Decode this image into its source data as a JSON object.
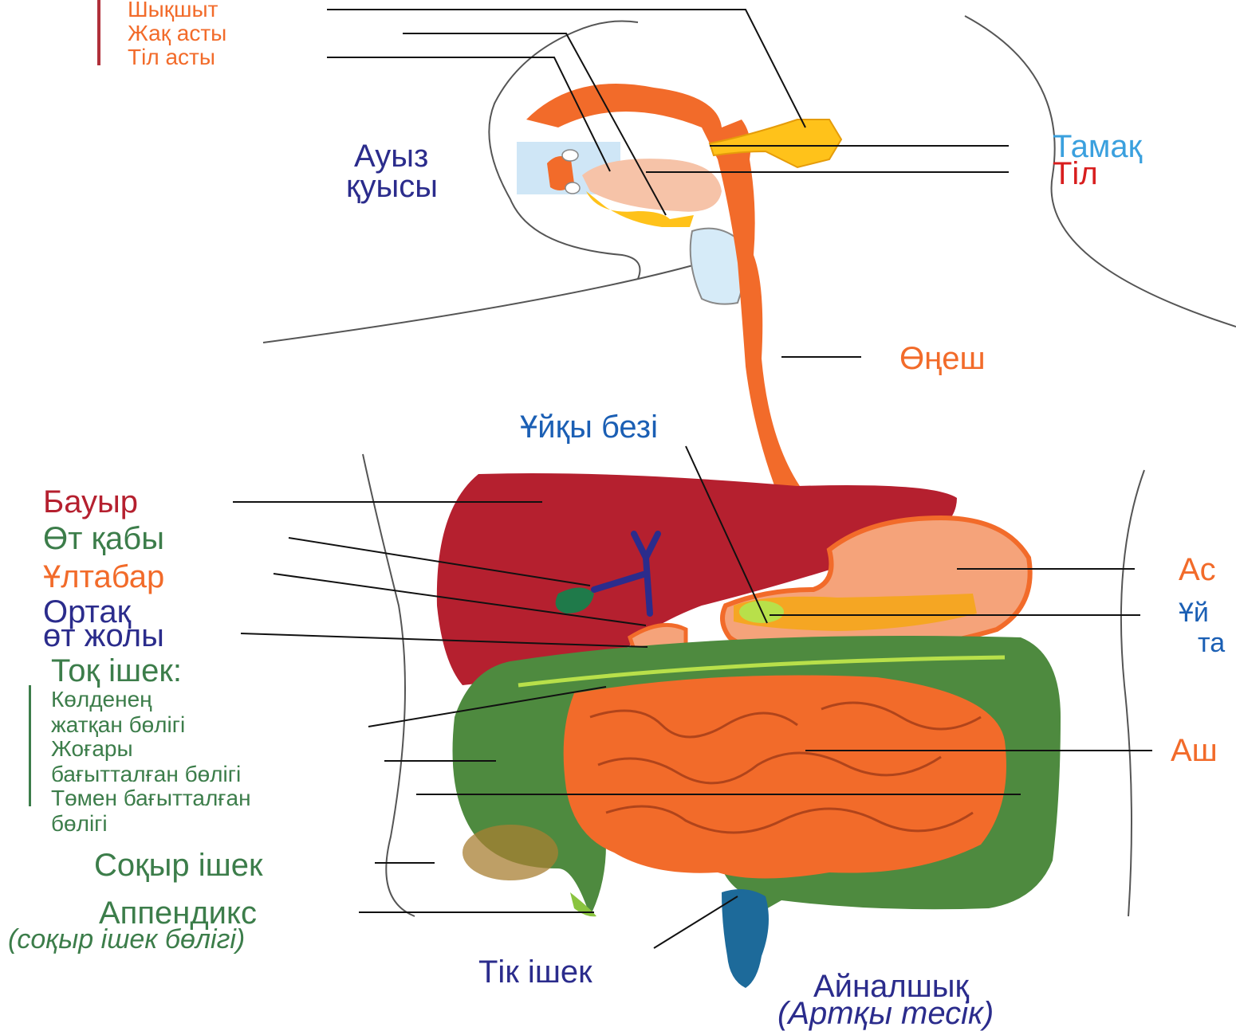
{
  "colors": {
    "orange": "#f26b2a",
    "dark_red": "#b5202f",
    "blue": "#1b5fb4",
    "light_blue": "#3aa0de",
    "navy": "#2b2c8c",
    "green": "#3c7d4a",
    "red": "#d81e1e",
    "salivary_bar": "#b0303a",
    "colon_bar": "#3c7d4a"
  },
  "labels": {
    "salivary_parotid": "Шықшыт",
    "salivary_submandibular": "Жақ асты",
    "salivary_sublingual": "Тіл асты",
    "mouth_line1": "Ауыз",
    "mouth_line2": "қуысы",
    "pharynx": "Тамақ",
    "tongue": "Тіл",
    "esophagus": "Өңеш",
    "pancreas": "Ұйқы безі",
    "liver": "Бауыр",
    "gallbladder": "Өт қабы",
    "duodenum": "Ұлтабар",
    "bile_duct_line1": "Ортақ",
    "bile_duct_line2": "өт жолы",
    "colon_title": "Тоқ ішек:",
    "colon_transverse_1": "Көлденең",
    "colon_transverse_2": "жатқан бөлігі",
    "colon_ascending_1": "Жоғары",
    "colon_ascending_2": "бағытталған бөлігі",
    "colon_descending_1": "Төмен бағытталған",
    "colon_descending_2": "бөлігі",
    "cecum": "Соқыр ішек",
    "appendix": "Аппендикс",
    "appendix_note": "(соқыр ішек бөлігі)",
    "rectum": "Тік ішек",
    "anus": "Айналшық",
    "anus_note": "(Артқы тесік)",
    "stomach_partial": "Ас",
    "pancreatic_duct_partial_1": "Ұй",
    "pancreatic_duct_partial_2": "та",
    "small_intestine_partial": "Аш"
  }
}
